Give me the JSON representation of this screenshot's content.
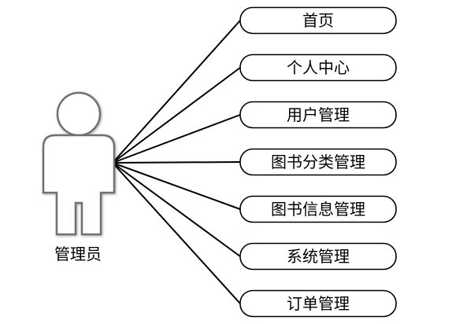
{
  "actor": {
    "label": "管理员"
  },
  "use_cases": [
    {
      "label": "首页"
    },
    {
      "label": "个人中心"
    },
    {
      "label": "用户管理"
    },
    {
      "label": "图书分类管理"
    },
    {
      "label": "图书信息管理"
    },
    {
      "label": "系统管理"
    },
    {
      "label": "订单管理"
    }
  ]
}
